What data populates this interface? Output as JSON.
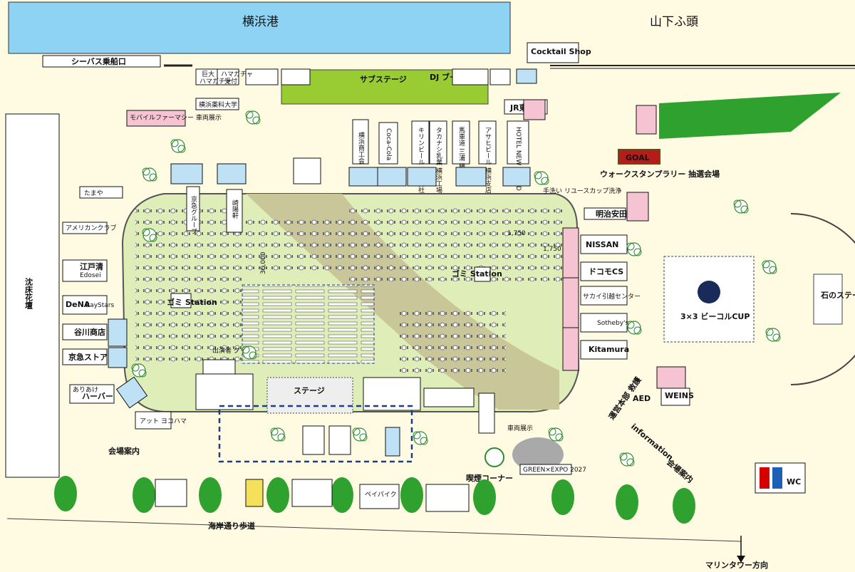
{
  "map": {
    "areas": {
      "harbor": "横浜港",
      "pier": "山下ふ頭",
      "flowerbed": "沈床花壇",
      "stone_stage": "石のステージ",
      "promenade": "海岸通り歩道",
      "marine_tower": "マリンタワー方向"
    },
    "labels": {
      "seabus": "シーバス乗船口",
      "sub_stage": "サブステージ",
      "dj_booth": "DJ ブース",
      "cocktail_shop": "Cocktail Shop",
      "main_stage": "ステージ",
      "garbage_station": "ゴミ Station",
      "walk_rally": "ウォークスタンプラリー 抽選会場",
      "goal": "GOAL",
      "wash": "手洗い リユースカップ洗浄",
      "basketball": "3×3 ビーコルCUP",
      "smoking": "喫煙コーナー",
      "green_expo": "GREEN×EXPO 2027",
      "venue_info_left": "会場案内",
      "venue_info_right": "会場案内",
      "information": "information",
      "hq": "運営本部 救護",
      "wc": "WC",
      "at_yokohama": "アット ヨコハマ",
      "performer_goods": "出演者 グッズ",
      "peipaiku": "ペイパイク",
      "vehicle_display": "車両展示",
      "mobile_pharmacy": "モバイルファーマシー 車両展示",
      "count_1": "36,000",
      "count_2": "1,750",
      "count_3": "1,750",
      "aed": "AED"
    },
    "booths_top": {
      "big": "巨大",
      "hama1": "ハマガチャ",
      "hama2": "ハマガチャ",
      "reception": "受付",
      "university": "横浜薬科大学",
      "jr": "JR東日本",
      "tamaya": "たまや"
    },
    "sponsors_top": {
      "yokohama_shoko": "横浜商工会",
      "cocacola": "Coca-Cola",
      "kirin": "キリンビール 横浜支社",
      "takanashi": "タカナシ乳業 横浜工場",
      "basha": "馬車道 三浦 横浜 店",
      "asahi": "アサヒビール 横浜支店",
      "hotel_ng": "HOTEL NEW GRAND"
    },
    "sponsors_inside": {
      "keikyu_group": "京急グループ",
      "kiyoken": "崎陽軒"
    },
    "sponsors_left": {
      "american_club": "アメリカンクラブ",
      "edosei": "江戸清",
      "edosei_sub": "Edosei",
      "dena": "DeNA",
      "baystars": "BayStars",
      "tanigawa": "谷川商店",
      "keikyu_store": "京急ストア",
      "harbor": "ハーバー",
      "harbor_sub": "ありあけ"
    },
    "sponsors_right": {
      "meiji_yasuda": "明治安田",
      "nissan": "NISSAN",
      "docomo": "ドコモCS",
      "sakai_hikkoshi": "サカイ引越センター",
      "sothebys": "Sotheby's",
      "kitamura": "Kitamura",
      "weins": "WEINS"
    },
    "colors": {
      "sea": "#8fd3f4",
      "ground": "#fffbe3",
      "lawn": "#dfeeb8",
      "path": "#c9c79a",
      "tree": "#2fa12f",
      "booth_blue": "#bfe1f5",
      "booth_pink": "#f6c3d3",
      "stage_green": "#99cc33",
      "dark_road": "#222222"
    }
  }
}
